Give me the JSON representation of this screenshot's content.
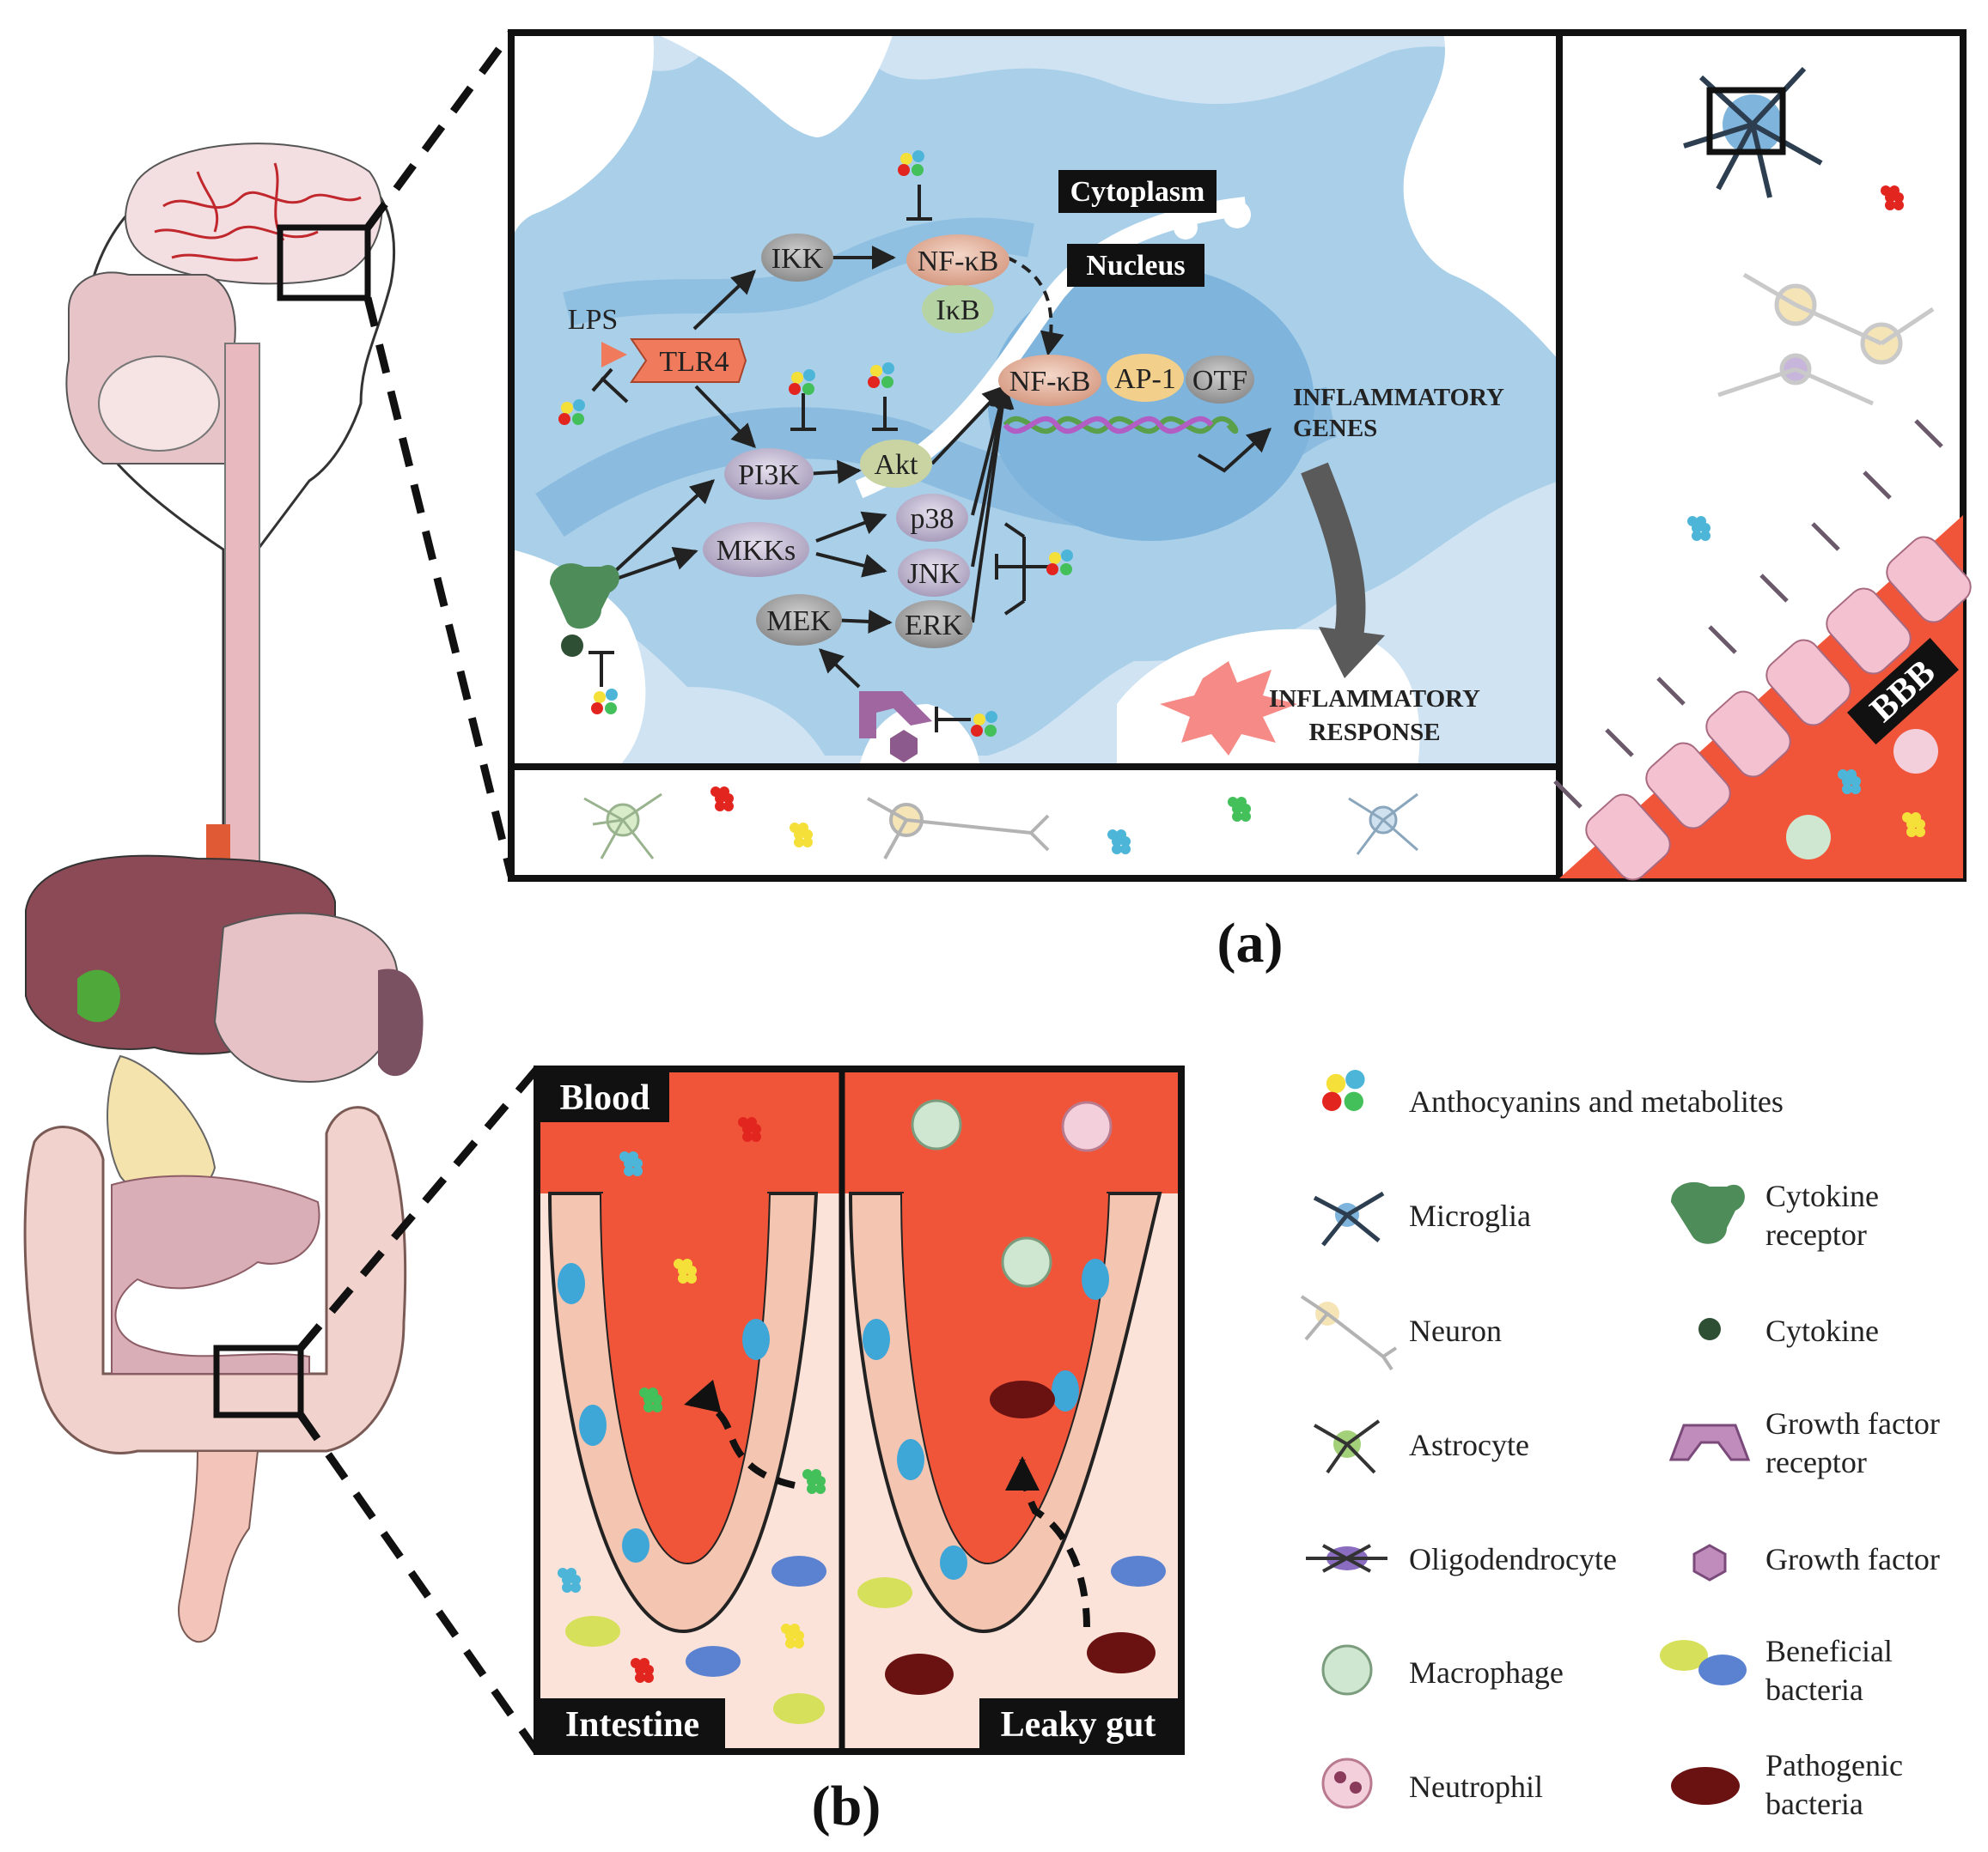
{
  "panel_a": {
    "label": "(a)",
    "cell_labels": {
      "cytoplasm": "Cytoplasm",
      "nucleus": "Nucleus"
    },
    "nodes": {
      "lps": "LPS",
      "tlr4": "TLR4",
      "ikk": "IKK",
      "nfkb_cyto": "NF-κB",
      "ikb": "IκB",
      "pi3k": "PI3K",
      "akt": "Akt",
      "mkks": "MKKs",
      "p38": "p38",
      "jnk": "JNK",
      "mek": "MEK",
      "erk": "ERK",
      "nfkb_nuc": "NF-κB",
      "ap1": "AP-1",
      "otf": "OTF"
    },
    "inflammatory_genes": [
      "INFLAMMATORY",
      "GENES"
    ],
    "inflammatory_response": [
      "INFLAMMATORY",
      "RESPONSE"
    ],
    "bbb": "BBB"
  },
  "panel_b": {
    "label": "(b)",
    "blood": "Blood",
    "intestine": "Intestine",
    "leaky_gut": "Leaky gut"
  },
  "legend": {
    "anthocyanins": "Anthocyanins and metabolites",
    "microglia": "Microglia",
    "cytokine_receptor": [
      "Cytokine",
      "receptor"
    ],
    "neuron": "Neuron",
    "cytokine": "Cytokine",
    "astrocyte": "Astrocyte",
    "growth_factor_receptor": [
      "Growth factor",
      "receptor"
    ],
    "oligodendrocyte": "Oligodendrocyte",
    "growth_factor": "Growth factor",
    "macrophage": "Macrophage",
    "beneficial_bacteria": [
      "Beneficial",
      "bacteria"
    ],
    "neutrophil": "Neutrophil",
    "pathogenic_bacteria": [
      "Pathogenic",
      "bacteria"
    ]
  },
  "colors": {
    "cell_blue": "#a9cfe9",
    "cell_dark": "#7fb4dc",
    "blood_red": "#f0553a",
    "tissue_pink": "#fbe3da",
    "tlr4": "#f07a5c",
    "ikb": "#b6d3a3",
    "akt": "#c9d4a2",
    "ap1": "#f2cf8a"
  }
}
